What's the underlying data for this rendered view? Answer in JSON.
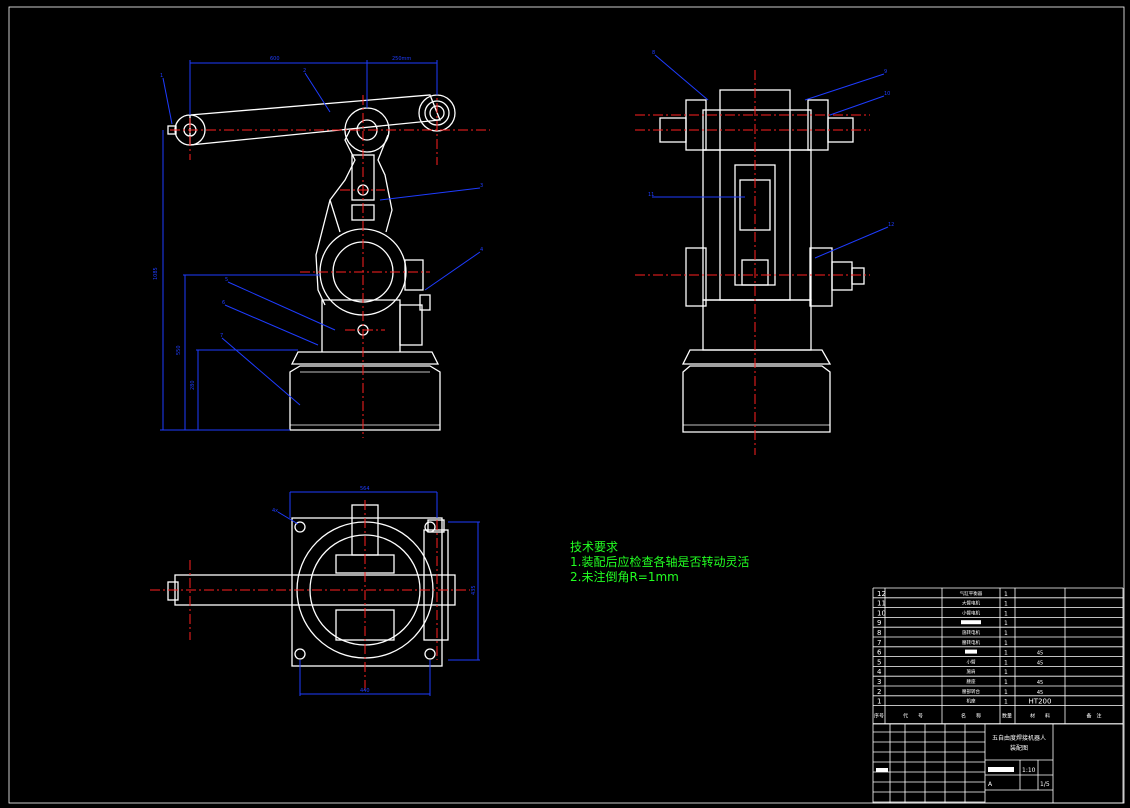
{
  "notes": {
    "title": "技术要求",
    "line1": "1.装配后应检查各轴是否转动灵活",
    "line2": "2.未注倒角R=1mm"
  },
  "bom": {
    "rows": [
      {
        "no": "12",
        "name": "气缸平衡器",
        "qty": "1",
        "material": ""
      },
      {
        "no": "11",
        "name": "大臂电机",
        "qty": "1",
        "material": ""
      },
      {
        "no": "10",
        "name": "小臂电机",
        "qty": "1",
        "material": ""
      },
      {
        "no": "9",
        "name": "",
        "qty": "1",
        "material": ""
      },
      {
        "no": "8",
        "name": "施转电机",
        "qty": "1",
        "material": ""
      },
      {
        "no": "7",
        "name": "腰转电机",
        "qty": "1",
        "material": ""
      },
      {
        "no": "6",
        "name": "",
        "qty": "1",
        "material": "45"
      },
      {
        "no": "5",
        "name": "小臂",
        "qty": "1",
        "material": "45"
      },
      {
        "no": "4",
        "name": "施肩",
        "qty": "1",
        "material": ""
      },
      {
        "no": "3",
        "name": "腰座",
        "qty": "1",
        "material": "45"
      },
      {
        "no": "2",
        "name": "腰部转台",
        "qty": "1",
        "material": "45"
      },
      {
        "no": "1",
        "name": "机座",
        "qty": "1",
        "material": "HT200"
      }
    ],
    "header": {
      "seq": "序号",
      "code": "代　　号",
      "name": "名　　称",
      "qty": "数量",
      "material": "材　　料",
      "remark": "备　注"
    }
  },
  "title_block": {
    "name_line1": "五自由度焊接机器人",
    "name_line2": "装配图",
    "scale": "1:10",
    "mark": "A",
    "sheet": "1/5"
  }
}
